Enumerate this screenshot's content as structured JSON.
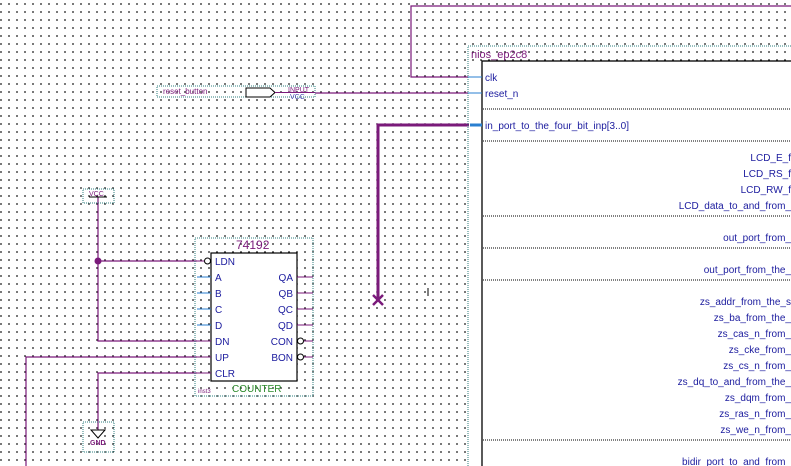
{
  "colors": {
    "wire": "#7a1a7a",
    "bus": "#7a1a7a",
    "port_stub": "#2a7fd0",
    "text_blue": "#1b1b9e",
    "title_purple": "#7a1a7a",
    "instance_green": "#2a8a2a",
    "frame_teal": "#2f7f7f",
    "symbol_black": "#000000"
  },
  "input_pin": {
    "name": "reset_button",
    "type_label": "INPUT",
    "default_label": "VCC"
  },
  "vcc_symbol": {
    "label": "VCC"
  },
  "gnd_symbol": {
    "label": "GND"
  },
  "counter": {
    "part": "74192",
    "instance": "inst3",
    "function": "COUNTER",
    "left_ports": [
      "LDN",
      "A",
      "B",
      "C",
      "D",
      "DN",
      "UP",
      "CLR"
    ],
    "right_ports": [
      "QA",
      "QB",
      "QC",
      "QD",
      "CON",
      "BON"
    ]
  },
  "nios": {
    "title": "nios_ep2c8",
    "inputs": [
      "clk",
      "reset_n"
    ],
    "bus_input": "in_port_to_the_four_bit_inp[3..0]",
    "groups": [
      [
        "LCD_E_f",
        "LCD_RS_f",
        "LCD_RW_f",
        "LCD_data_to_and_from_"
      ],
      [
        "out_port_from_"
      ],
      [
        "out_port_from_the_"
      ],
      [
        "zs_addr_from_the_s",
        "zs_ba_from_the_",
        "zs_cas_n_from_",
        "zs_cke_from_",
        "zs_cs_n_from_",
        "zs_dq_to_and_from_the_",
        "zs_dqm_from_",
        "zs_ras_n_from_",
        "zs_we_n_from_"
      ],
      [
        "bidir_port_to_and_from_"
      ]
    ]
  },
  "cursor": {
    "type": "text-cursor"
  }
}
